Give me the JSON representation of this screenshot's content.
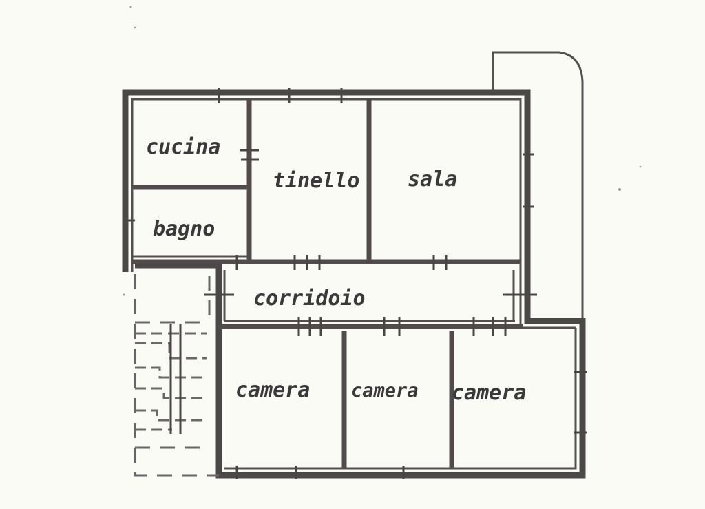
{
  "floor_plan": {
    "rooms": {
      "cucina": "cucina",
      "bagno": "bagno",
      "tinello": "tinello",
      "sala": "sala",
      "corridoio": "corridoio",
      "camera_1": "camera",
      "camera_2": "camera",
      "camera_3": "camera"
    }
  }
}
